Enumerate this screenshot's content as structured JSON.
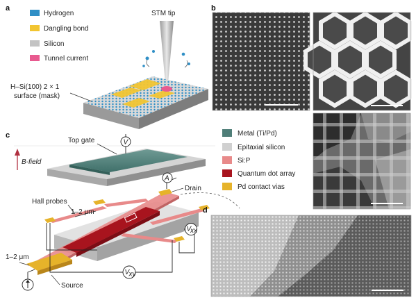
{
  "panels": {
    "a": "a",
    "b": "b",
    "c": "c",
    "d": "d"
  },
  "legend_a": [
    {
      "label": "Hydrogen",
      "color": "#2f8fc6"
    },
    {
      "label": "Dangling bond",
      "color": "#f2c531"
    },
    {
      "label": "Silicon",
      "color": "#c3c3c3"
    },
    {
      "label": "Tunnel current",
      "color": "#e85a8f"
    }
  ],
  "panel_a": {
    "stm_tip": "STM tip",
    "surface_line1": "H–Si(100) 2 × 1",
    "surface_line2": "surface (mask)"
  },
  "legend_c": [
    {
      "label": "Metal (Ti/Pd)",
      "color": "#4f7e78"
    },
    {
      "label": "Epitaxial silicon",
      "color": "#d0d0d0"
    },
    {
      "label": "Si:P",
      "color": "#e88a8a"
    },
    {
      "label": "Quantum dot array",
      "color": "#a8141e"
    },
    {
      "label": "Pd contact vias",
      "color": "#e6b32a"
    }
  ],
  "panel_c": {
    "top_gate": "Top gate",
    "b_field": "B-field",
    "hall_probes": "Hall probes",
    "dim_top": "1–2 μm",
    "dim_left": "1–2 μm",
    "drain": "Drain",
    "source": "Source",
    "meter_v": "V",
    "meter_a": "A",
    "vxx": "V",
    "vxx_sub": "xx",
    "vxy": "V",
    "vxy_sub": "xy"
  }
}
